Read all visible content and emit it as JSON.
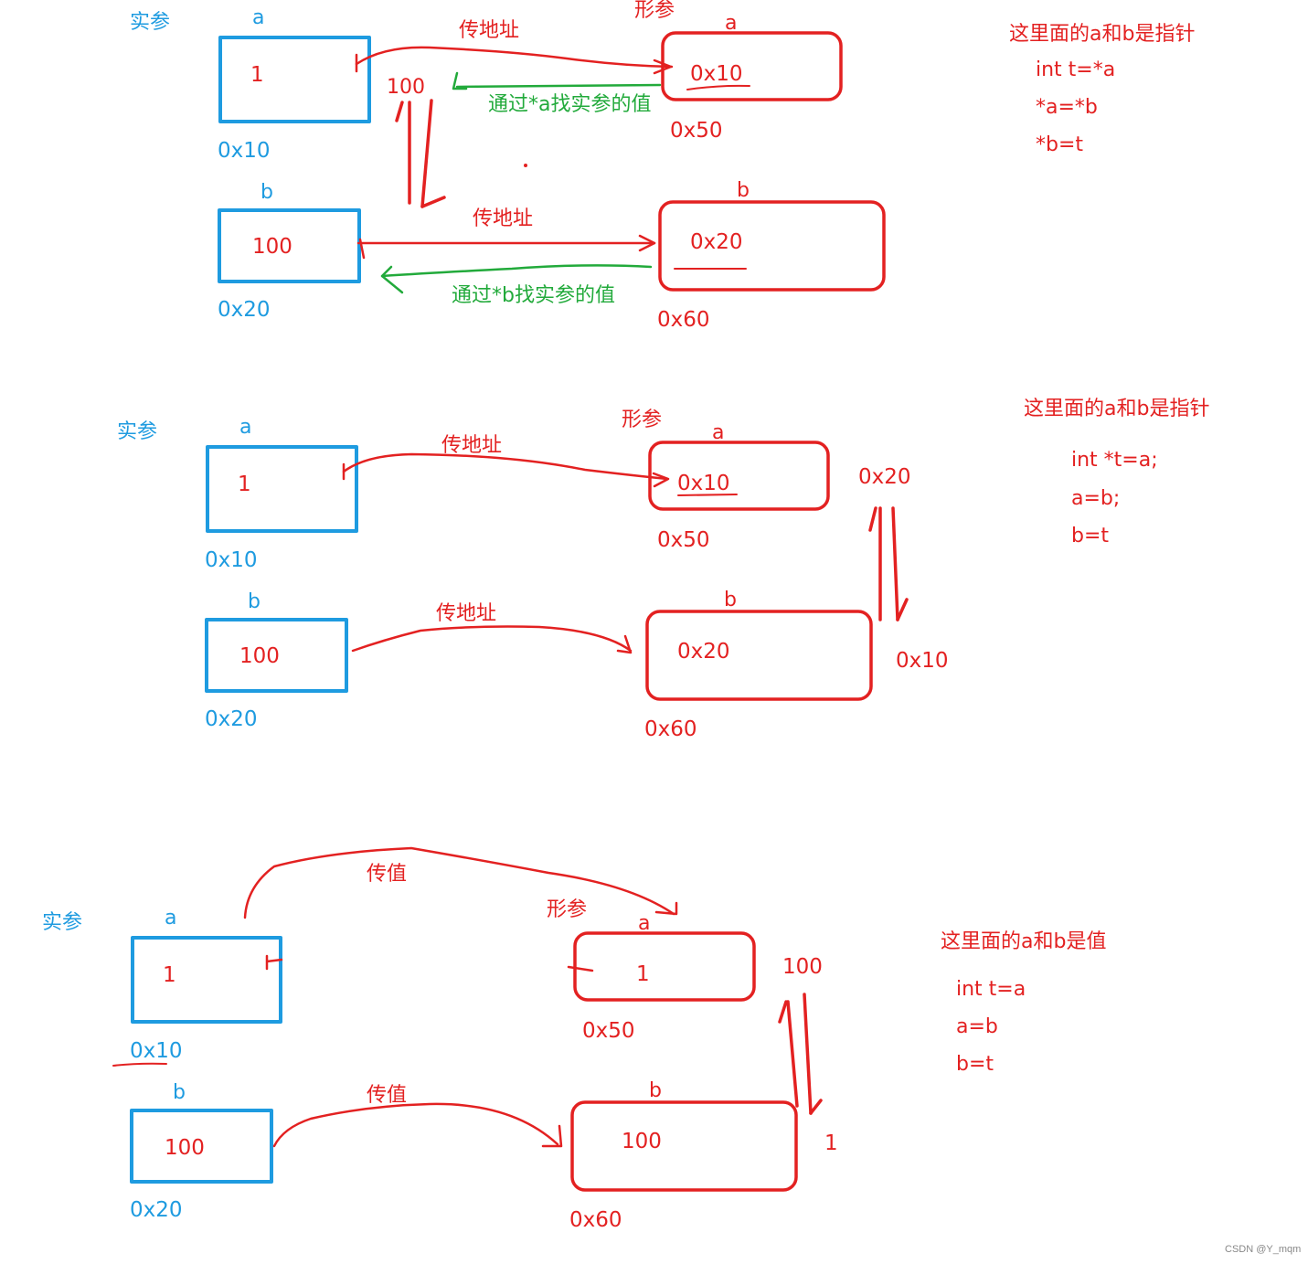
{
  "colors": {
    "actual": "#1e9be0",
    "formal": "#e32121",
    "lookup": "#22aa3b",
    "note": "#e32121"
  },
  "panels": [
    {
      "actual_label": "实参",
      "formal_label": "形参",
      "actual_a": {
        "name": "a",
        "value": "1",
        "address": "0x10"
      },
      "actual_b": {
        "name": "b",
        "value": "100",
        "address": "0x20"
      },
      "formal_a": {
        "name": "a",
        "value": "0x10",
        "address": "0x50"
      },
      "formal_b": {
        "name": "b",
        "value": "0x20",
        "address": "0x60"
      },
      "arrow_top_label": "传地址",
      "arrow_bottom_label": "传地址",
      "lookup_a_label": "通过*a找实参的值",
      "lookup_b_label": "通过*b找实参的值",
      "swap_value": "100",
      "note_title": "这里面的a和b是指针",
      "code": [
        "int t=*a",
        "*a=*b",
        "*b=t"
      ]
    },
    {
      "actual_label": "实参",
      "formal_label": "形参",
      "actual_a": {
        "name": "a",
        "value": "1",
        "address": "0x10"
      },
      "actual_b": {
        "name": "b",
        "value": "100",
        "address": "0x20"
      },
      "formal_a": {
        "name": "a",
        "value": "0x10",
        "address": "0x50"
      },
      "formal_b": {
        "name": "b",
        "value": "0x20",
        "address": "0x60"
      },
      "arrow_top_label": "传地址",
      "arrow_bottom_label": "传地址",
      "swap_top": "0x20",
      "swap_bottom": "0x10",
      "note_title": "这里面的a和b是指针",
      "code": [
        "int *t=a;",
        "a=b;",
        "b=t"
      ]
    },
    {
      "actual_label": "实参",
      "formal_label": "形参",
      "actual_a": {
        "name": "a",
        "value": "1",
        "address": "0x10"
      },
      "actual_b": {
        "name": "b",
        "value": "100",
        "address": "0x20"
      },
      "formal_a": {
        "name": "a",
        "value": "1",
        "address": "0x50"
      },
      "formal_b": {
        "name": "b",
        "value": "100",
        "address": "0x60"
      },
      "arrow_top_label": "传值",
      "arrow_bottom_label": "传值",
      "swap_top": "100",
      "swap_bottom": "1",
      "note_title": "这里面的a和b是值",
      "code": [
        "int t=a",
        "a=b",
        "b=t"
      ]
    }
  ],
  "watermark": "CSDN @Y_mqm"
}
